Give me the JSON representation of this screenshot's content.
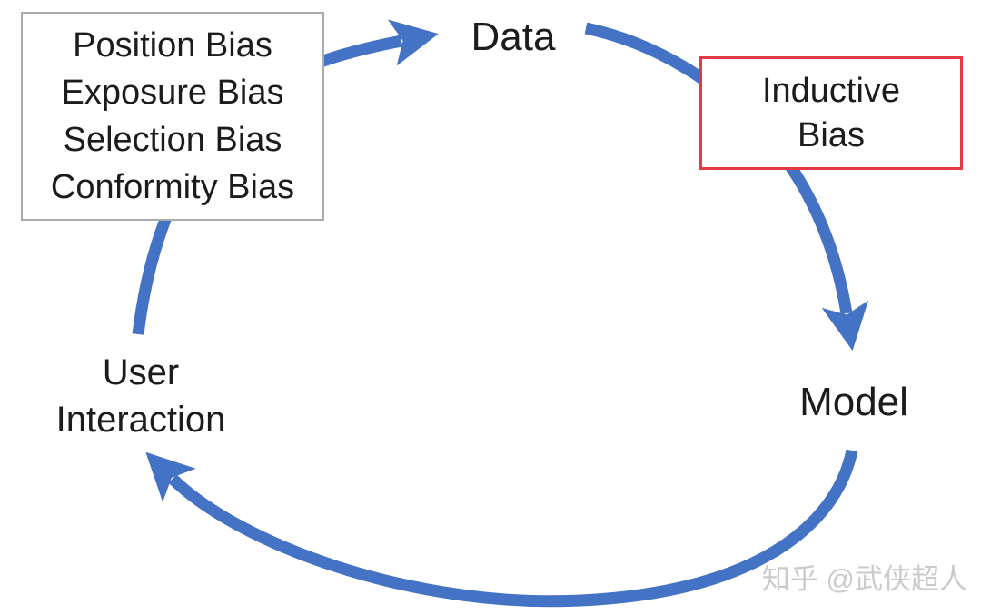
{
  "diagram": {
    "type": "cycle-diagram",
    "nodes": {
      "data": {
        "label": "Data"
      },
      "model": {
        "label": "Model"
      },
      "user_interaction": {
        "lines": [
          "User",
          "Interaction"
        ]
      }
    },
    "annotations": {
      "feedback_biases": {
        "items": [
          "Position Bias",
          "Exposure Bias",
          "Selection Bias",
          "Conformity Bias"
        ]
      },
      "inductive_bias": {
        "lines": [
          "Inductive",
          "Bias"
        ]
      }
    },
    "edges": [
      {
        "from": "User Interaction",
        "to": "Data",
        "via": "feedback_biases box"
      },
      {
        "from": "Data",
        "to": "Model",
        "via": "inductive_bias box"
      },
      {
        "from": "Model",
        "to": "User Interaction"
      }
    ],
    "colors": {
      "arrow": "#4472c4",
      "highlight_box_border": "#e23b45",
      "plain_box_border": "#ababab",
      "text": "#1c1c1c",
      "watermark": "#cbcbcb"
    },
    "watermark": {
      "text": "知乎 @武侠超人"
    }
  }
}
